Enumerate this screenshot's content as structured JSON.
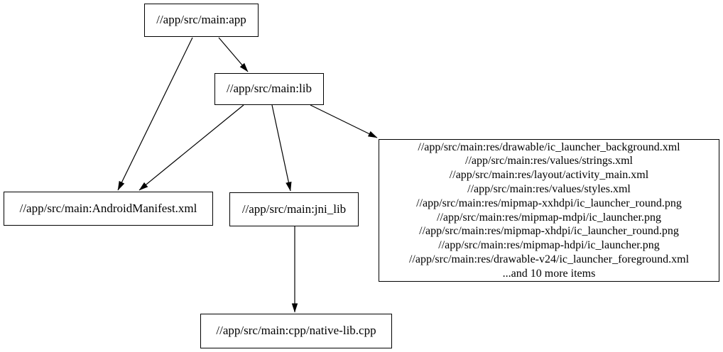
{
  "graph": {
    "background_color": "#ffffff",
    "node_border_color": "#000000",
    "node_fill_color": "#ffffff",
    "text_color": "#000000",
    "edge_color": "#000000",
    "nodes": {
      "app": {
        "label": "//app/src/main:app"
      },
      "lib": {
        "label": "//app/src/main:lib"
      },
      "android_manifest": {
        "label": "//app/src/main:AndroidManifest.xml"
      },
      "jni_lib": {
        "label": "//app/src/main:jni_lib"
      },
      "native_lib_cpp": {
        "label": "//app/src/main:cpp/native-lib.cpp"
      },
      "res_group": {
        "lines": [
          "//app/src/main:res/drawable/ic_launcher_background.xml",
          "//app/src/main:res/values/strings.xml",
          "//app/src/main:res/layout/activity_main.xml",
          "//app/src/main:res/values/styles.xml",
          "//app/src/main:res/mipmap-xxhdpi/ic_launcher_round.png",
          "//app/src/main:res/mipmap-mdpi/ic_launcher.png",
          "//app/src/main:res/mipmap-xhdpi/ic_launcher_round.png",
          "//app/src/main:res/mipmap-hdpi/ic_launcher.png",
          "//app/src/main:res/drawable-v24/ic_launcher_foreground.xml",
          "...and 10 more items"
        ]
      }
    },
    "edges": [
      {
        "from": "//app/src/main:app",
        "to": "//app/src/main:AndroidManifest.xml"
      },
      {
        "from": "//app/src/main:app",
        "to": "//app/src/main:lib"
      },
      {
        "from": "//app/src/main:lib",
        "to": "//app/src/main:AndroidManifest.xml"
      },
      {
        "from": "//app/src/main:lib",
        "to": "//app/src/main:jni_lib"
      },
      {
        "from": "//app/src/main:lib",
        "to": "res_group"
      },
      {
        "from": "//app/src/main:jni_lib",
        "to": "//app/src/main:cpp/native-lib.cpp"
      }
    ]
  }
}
